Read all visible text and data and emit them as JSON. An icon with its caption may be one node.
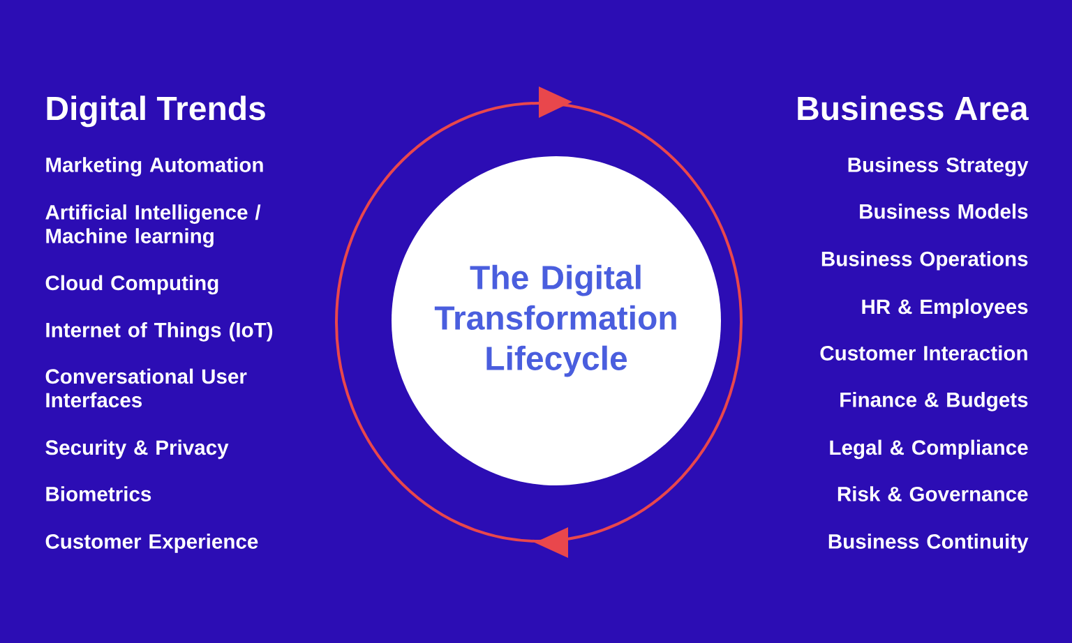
{
  "diagram": {
    "nodes": [
      {
        "text": [
          "The Digital Transformation Lifecycle"
        ]
      }
    ],
    "labels": [
      "Digital Trends",
      "Marketing Automation",
      "Artificial Intelligence / Machine learning",
      "Cloud Computing",
      "Internet of Things (IoT)",
      "Conversational User Interfaces",
      "Security & Privacy",
      "Biometrics",
      "Customer Experience",
      "Business Area",
      "Business Strategy",
      "Business Models",
      "Business Operations",
      "HR & Employees",
      "Customer Interaction",
      "Finance & Budgets",
      "Legal & Compliance",
      "Risk & Governance",
      "Business Continuity"
    ]
  }
}
